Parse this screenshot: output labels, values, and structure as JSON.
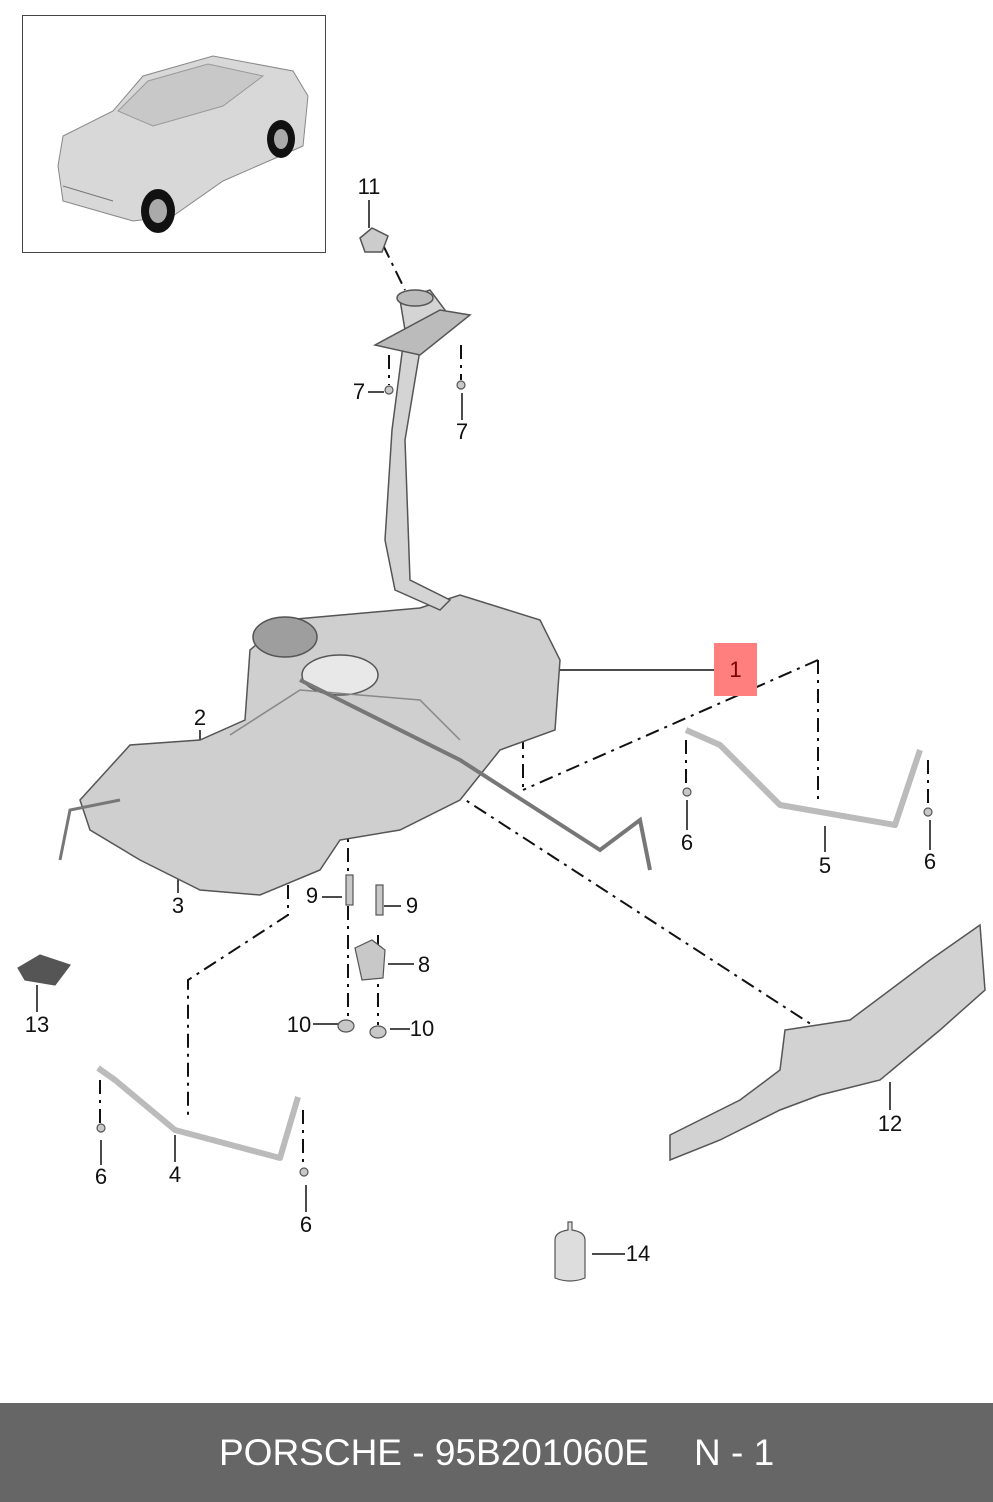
{
  "diagram": {
    "highlight_color": "#ff7f7f",
    "highlighted_callout": "1",
    "callouts": {
      "c1": "1",
      "c2": "2",
      "c3": "3",
      "c4": "4",
      "c5": "5",
      "c6a": "6",
      "c6b": "6",
      "c6c": "6",
      "c6d": "6",
      "c7a": "7",
      "c7b": "7",
      "c8": "8",
      "c9a": "9",
      "c9b": "9",
      "c10a": "10",
      "c10b": "10",
      "c11": "11",
      "c12": "12",
      "c13": "13",
      "c14": "14"
    }
  },
  "footer": {
    "part_number": "PORSCHE - 95B201060E",
    "page": "N - 1",
    "background": "#666666"
  }
}
